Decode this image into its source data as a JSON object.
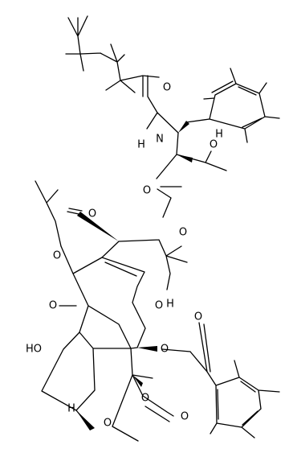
{
  "diagram": {
    "atom_labels": [
      {
        "id": "nh",
        "text": "H"
      },
      {
        "id": "n",
        "text": "N"
      },
      {
        "id": "o-amide",
        "text": "O"
      },
      {
        "id": "o-ester-carbonyl",
        "text": "O"
      },
      {
        "id": "o-ester-link",
        "text": "O"
      },
      {
        "id": "oh-side",
        "text": "O"
      },
      {
        "id": "h-side",
        "text": "H"
      },
      {
        "id": "o-acetyl-carbonyl",
        "text": "O"
      },
      {
        "id": "o-acetoxy",
        "text": "O"
      },
      {
        "id": "o-ketone",
        "text": "O"
      },
      {
        "id": "oh-bridge",
        "text": "O"
      },
      {
        "id": "h-bridge",
        "text": "H"
      },
      {
        "id": "o-benzoyl-carbonyl",
        "text": "O"
      },
      {
        "id": "o-benzoyloxy",
        "text": "O"
      },
      {
        "id": "ho-ring",
        "text": "HO"
      },
      {
        "id": "o-lower-1",
        "text": "O"
      },
      {
        "id": "o-lower-carbonyl",
        "text": "O"
      },
      {
        "id": "o-lower-ring",
        "text": "O"
      },
      {
        "id": "h-lower",
        "text": "H"
      }
    ],
    "colors": {
      "ink": "#000000",
      "background": "#ffffff"
    }
  }
}
